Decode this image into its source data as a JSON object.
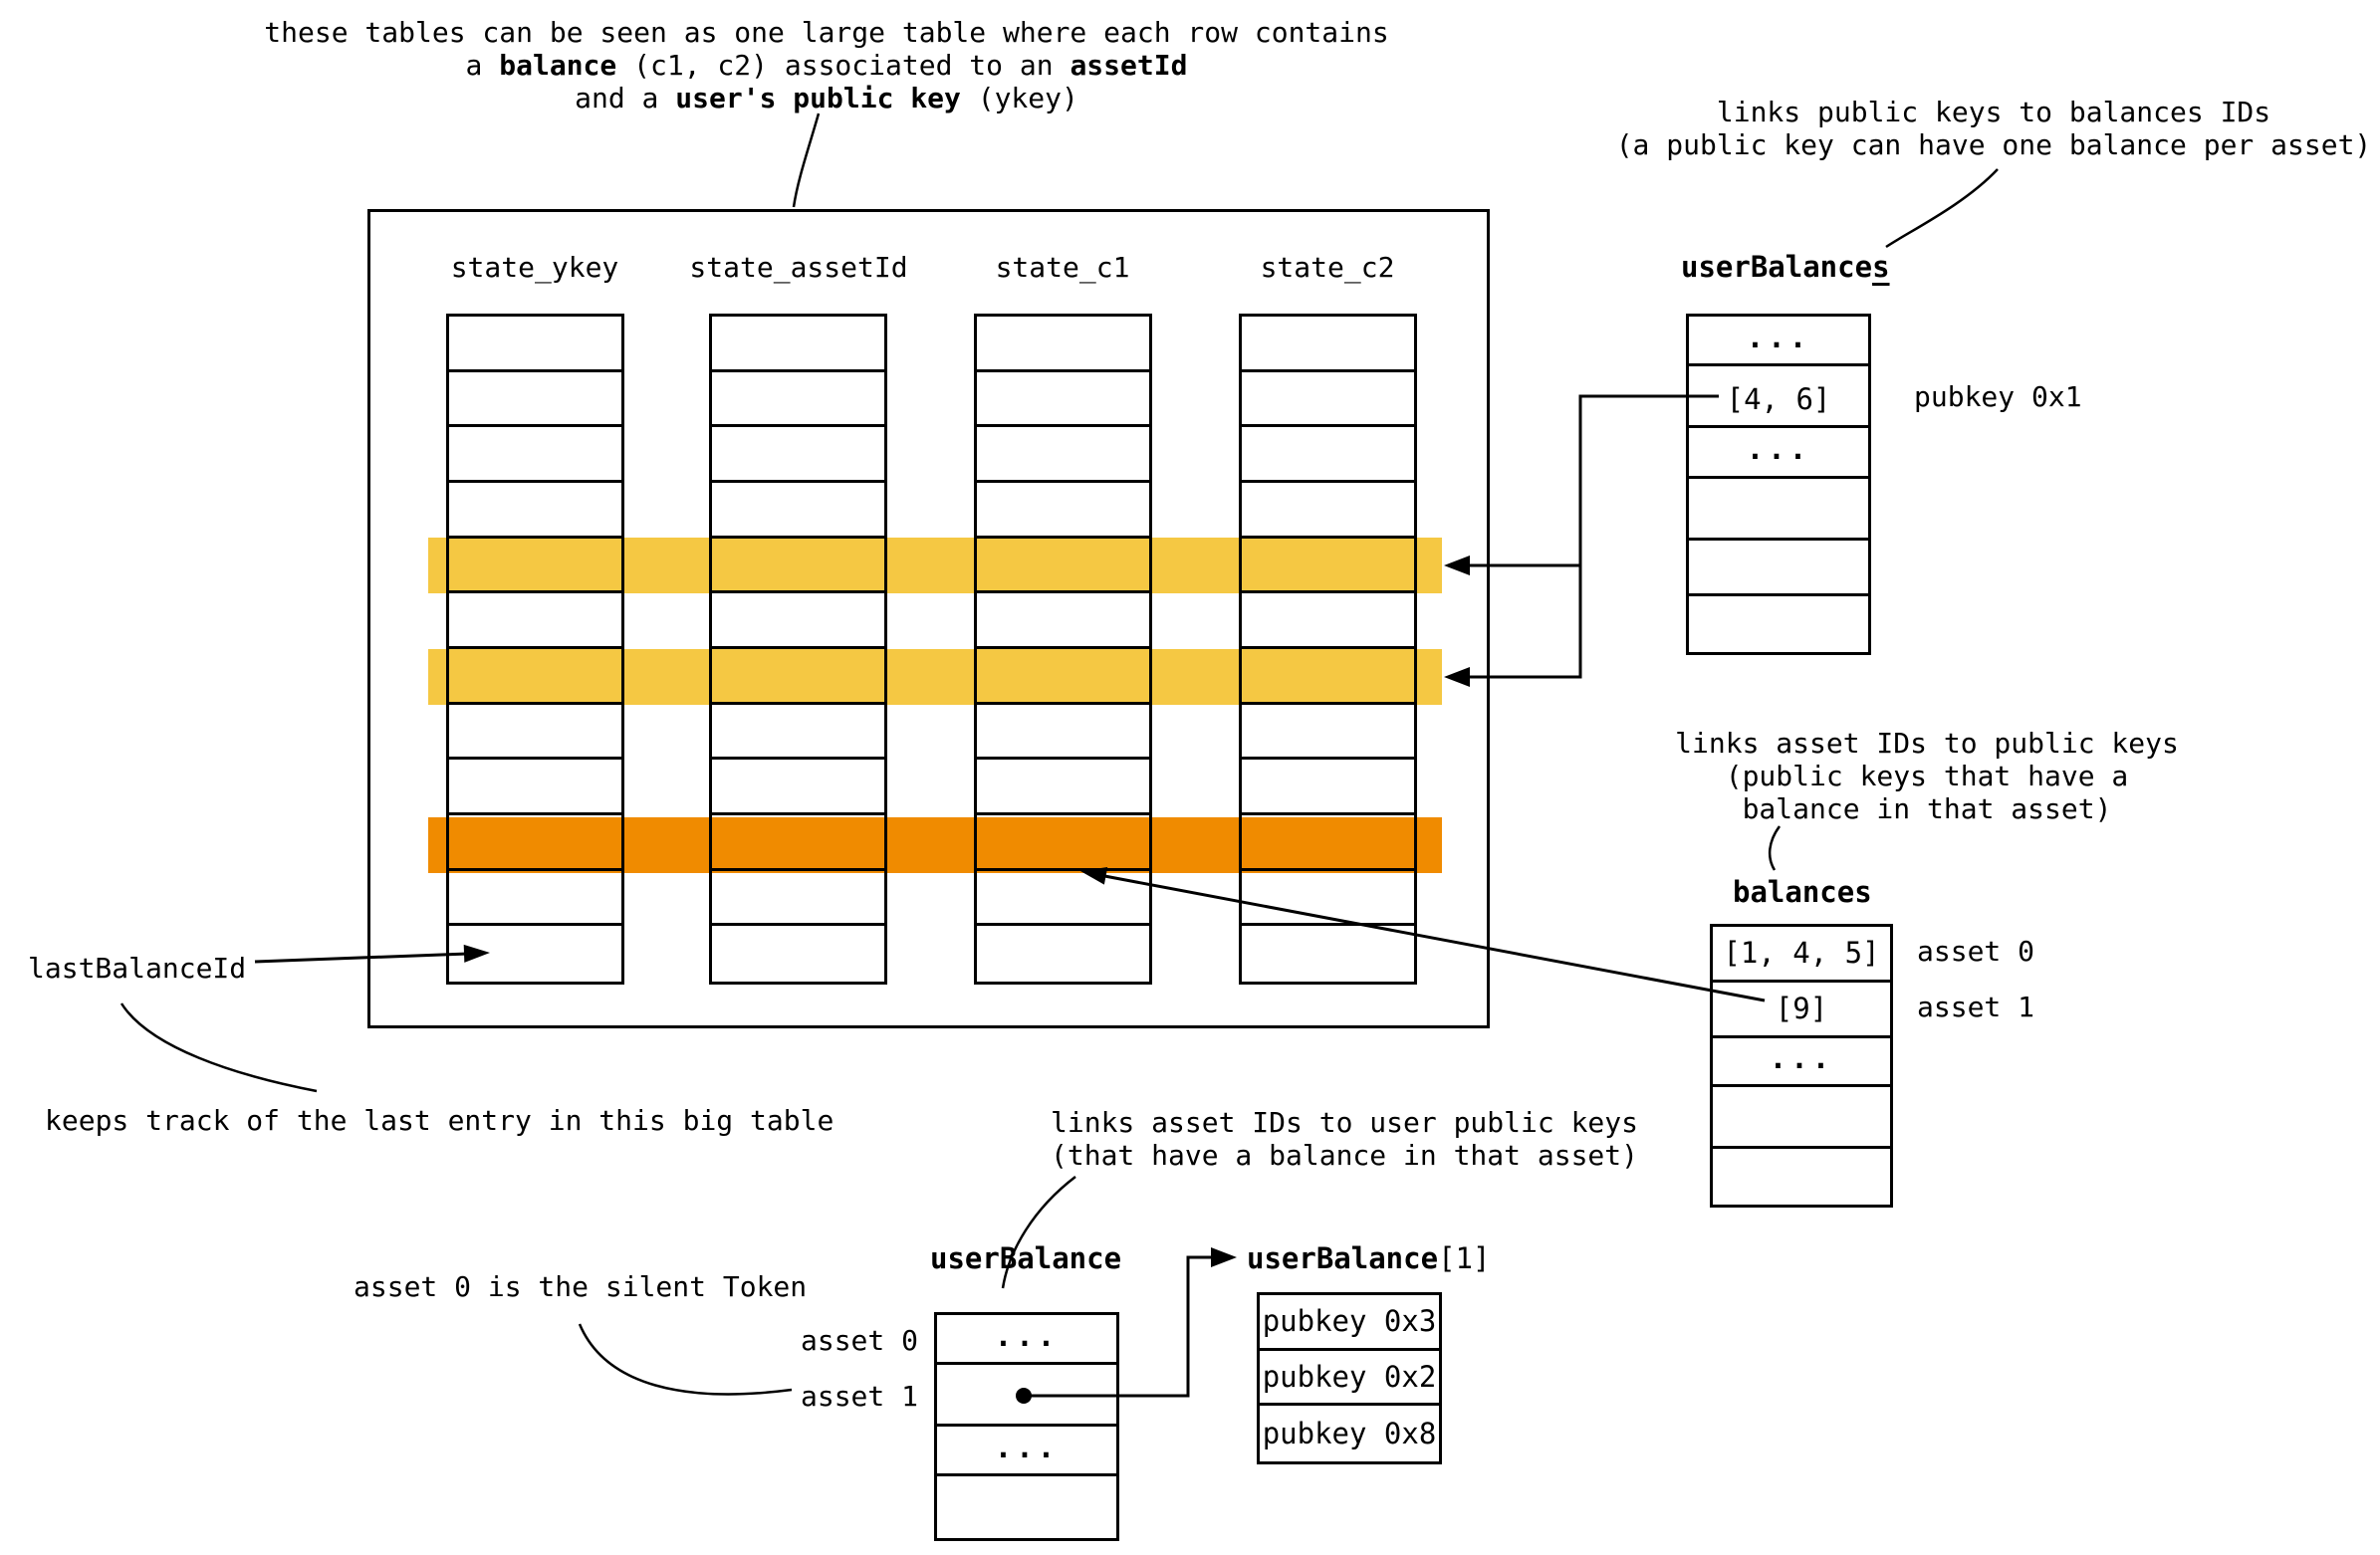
{
  "colors": {
    "highlight_yellow": "#F5C843",
    "highlight_orange": "#F08B00",
    "ink": "#000000",
    "background": "#FFFFFF"
  },
  "annotations": {
    "top": {
      "line1": "these tables can be seen as one large table where each row contains",
      "line2_segments": [
        {
          "text": "a ",
          "bold": false
        },
        {
          "text": "balance",
          "bold": true
        },
        {
          "text": " (c1, c2) associated to an ",
          "bold": false
        },
        {
          "text": "assetId",
          "bold": true
        }
      ],
      "line3_segments": [
        {
          "text": "and a ",
          "bold": false
        },
        {
          "text": "user's public key",
          "bold": true
        },
        {
          "text": " (ykey)",
          "bold": false
        }
      ]
    },
    "top_right": {
      "line1": "links public keys to balances IDs",
      "line2": "(a public key can have one balance per asset)"
    },
    "mid_right": {
      "line1": "links asset IDs to public keys",
      "line2": "(public keys that have a",
      "line3": "balance in that asset)"
    },
    "bottom_center": {
      "line1": "links asset IDs to user public keys",
      "line2": "(that have a balance in that asset)"
    },
    "last_balance_id_label": "lastBalanceId",
    "last_balance_id_note": "keeps track of the last entry in this big table",
    "silent_token": "asset 0 is the silent Token"
  },
  "big_table": {
    "columns": [
      "state_ykey",
      "state_assetId",
      "state_c1",
      "state_c2"
    ],
    "row_count": 12,
    "highlights": [
      {
        "row": 5,
        "color_key": "highlight_yellow"
      },
      {
        "row": 7,
        "color_key": "highlight_yellow"
      },
      {
        "row": 10,
        "color_key": "highlight_orange"
      }
    ]
  },
  "user_balances": {
    "title_main": "userBalance",
    "title_underlined_suffix": "s",
    "rows": [
      "...",
      "[4, 6]",
      "...",
      "",
      "",
      ""
    ],
    "pointer_label": "pubkey 0x1"
  },
  "balances": {
    "title": "balances",
    "rows": [
      "[1, 4, 5]",
      "[9]",
      "...",
      "",
      ""
    ],
    "row_label_1": "asset 0",
    "row_label_2": "asset 1"
  },
  "user_balance": {
    "title": "userBalance",
    "rows": [
      "...",
      "",
      "...",
      ""
    ],
    "row_label_1": "asset 0",
    "row_label_2": "asset 1"
  },
  "user_balance_1": {
    "title_main": "userBalance",
    "title_suffix": "[1]",
    "rows": [
      "pubkey 0x3",
      "pubkey 0x2",
      "pubkey 0x8"
    ]
  }
}
